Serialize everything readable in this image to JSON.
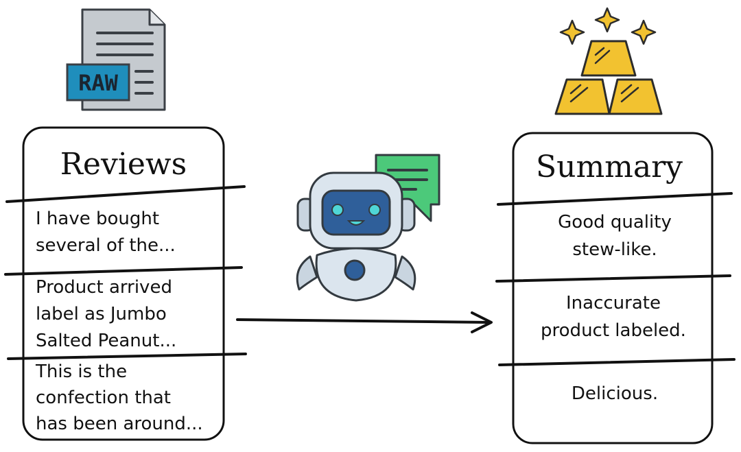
{
  "raw_doc": {
    "badge": "RAW",
    "colors": {
      "page": "#c5cacf",
      "badge": "#1f8ebc",
      "outline": "#3a3f45"
    }
  },
  "reviews": {
    "title": "Reviews",
    "items": [
      {
        "lines": [
          "I have bought",
          "several of the..."
        ]
      },
      {
        "lines": [
          "Product arrived",
          "label as Jumbo",
          "Salted Peanut..."
        ]
      },
      {
        "lines": [
          "This is the",
          "confection that",
          "has been around..."
        ]
      }
    ]
  },
  "summary": {
    "title": "Summary",
    "items": [
      {
        "lines": [
          "Good quality",
          "stew-like."
        ]
      },
      {
        "lines": [
          "Inaccurate",
          "product labeled."
        ]
      },
      {
        "lines": [
          "Delicious."
        ]
      }
    ]
  },
  "robot": {
    "icon": "robot-icon",
    "bubble_icon": "speech-bubble-icon",
    "colors": {
      "body": "#dbe5ee",
      "screen": "#2f5f9a",
      "eyes": "#4fd6d6",
      "bubble": "#4cc97a",
      "outline": "#333a40"
    }
  },
  "gold": {
    "icon": "gold-bars-icon",
    "colors": {
      "bar": "#f2c230",
      "outline": "#2c2c2c"
    }
  }
}
